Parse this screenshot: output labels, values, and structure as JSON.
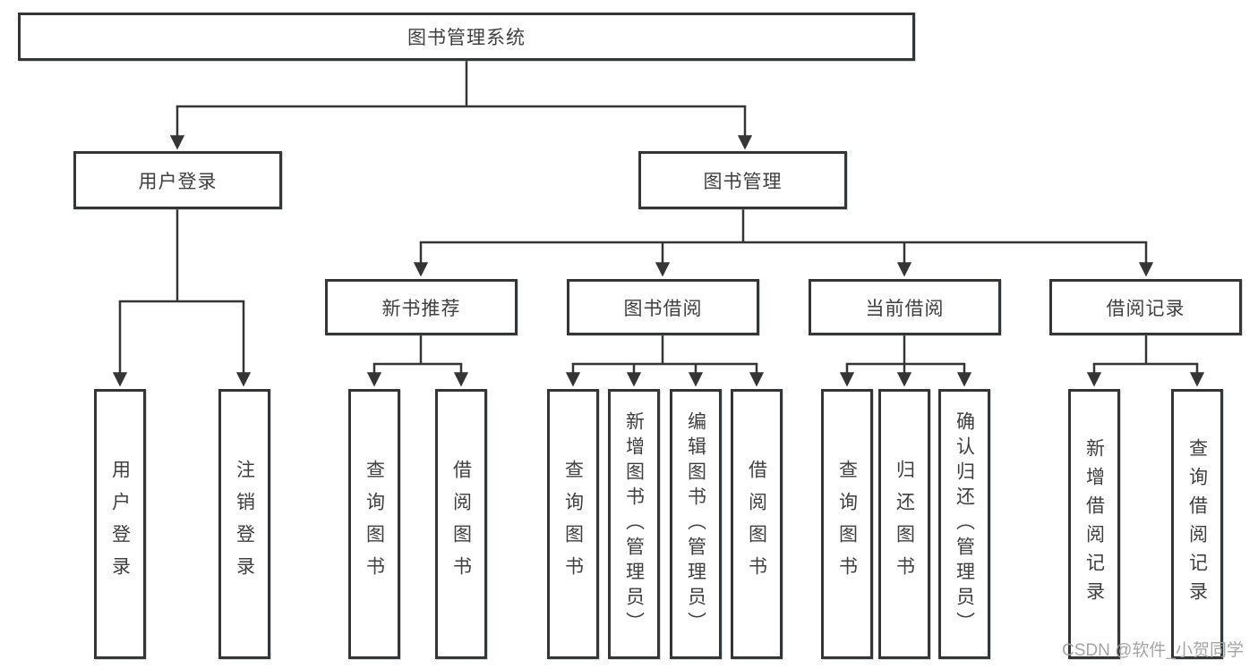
{
  "diagram": {
    "title": "图书管理系统",
    "nodes": {
      "root": {
        "label": "图书管理系统"
      },
      "user_login": {
        "label": "用户登录"
      },
      "book_mgmt": {
        "label": "图书管理"
      },
      "new_book_rec": {
        "label": "新书推荐"
      },
      "book_borrow": {
        "label": "图书借阅"
      },
      "current_borrow": {
        "label": "当前借阅"
      },
      "borrow_record": {
        "label": "借阅记录"
      },
      "leaf_user_login": {
        "label": "用户登录"
      },
      "leaf_logout": {
        "label": "注销登录"
      },
      "leaf_rec_query_book": {
        "label": "查询图书"
      },
      "leaf_rec_borrow_book": {
        "label": "借阅图书"
      },
      "leaf_bb_query_book": {
        "label": "查询图书"
      },
      "leaf_bb_add_book": {
        "label": "新增图书（管理员）"
      },
      "leaf_bb_edit_book": {
        "label": "编辑图书（管理员）"
      },
      "leaf_bb_borrow_book": {
        "label": "借阅图书"
      },
      "leaf_cb_query_book": {
        "label": "查询图书"
      },
      "leaf_cb_return_book": {
        "label": "归还图书"
      },
      "leaf_cb_confirm_return": {
        "label": "确认归还（管理员）"
      },
      "leaf_br_add_record": {
        "label": "新增借阅记录"
      },
      "leaf_br_query_record": {
        "label": "查询借阅记录"
      }
    },
    "edges": [
      "图书管理系统→用户登录",
      "图书管理系统→图书管理",
      "用户登录→用户登录",
      "用户登录→注销登录",
      "图书管理→新书推荐",
      "图书管理→图书借阅",
      "图书管理→当前借阅",
      "图书管理→借阅记录",
      "新书推荐→查询图书",
      "新书推荐→借阅图书",
      "图书借阅→查询图书",
      "图书借阅→新增图书（管理员）",
      "图书借阅→编辑图书（管理员）",
      "图书借阅→借阅图书",
      "当前借阅→查询图书",
      "当前借阅→归还图书",
      "当前借阅→确认归还（管理员）",
      "借阅记录→新增借阅记录",
      "借阅记录→查询借阅记录"
    ],
    "colors": {
      "line": "#353535",
      "text": "#3f3f3f",
      "background": "#ffffff",
      "watermark": "#a5a5a5"
    }
  },
  "watermark": {
    "text": "CSDN @软件_小贺同学"
  }
}
